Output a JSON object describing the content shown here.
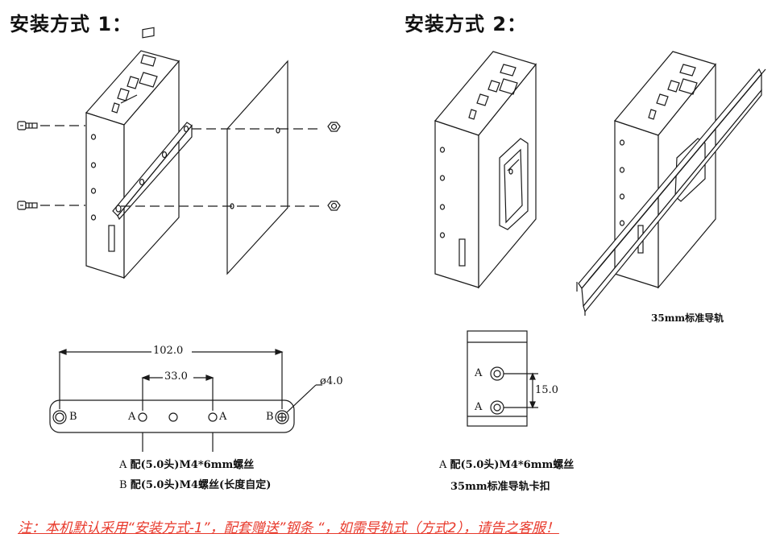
{
  "titles": {
    "method1": "安装方式 1：",
    "method2": "安装方式 2："
  },
  "rail": {
    "label": "35mm标准导轨"
  },
  "bracket": {
    "dim_total": "102.0",
    "dim_inner": "33.0",
    "hole_dia": "ø4.0",
    "mark_a": "A",
    "mark_b": "B",
    "legend_a_letter": "A",
    "legend_a_text": "配(5.0头)M4*6mm螺丝",
    "legend_b_letter": "B",
    "legend_b_text": "配(5.0头)M4螺丝(长度自定)"
  },
  "clip": {
    "dim_spacing": "15.0",
    "mark_a": "A",
    "legend_a_letter": "A",
    "legend_a_text": "配(5.0头)M4*6mm螺丝",
    "caption": "35mm标准导轨卡扣"
  },
  "footer_note": "注：本机默认采用“安装方式-1”，配套赠送”钢条 “，如需导轨式（方式2），请告之客服！",
  "colors": {
    "line": "#1a1a1a",
    "note": "#e8392b"
  }
}
